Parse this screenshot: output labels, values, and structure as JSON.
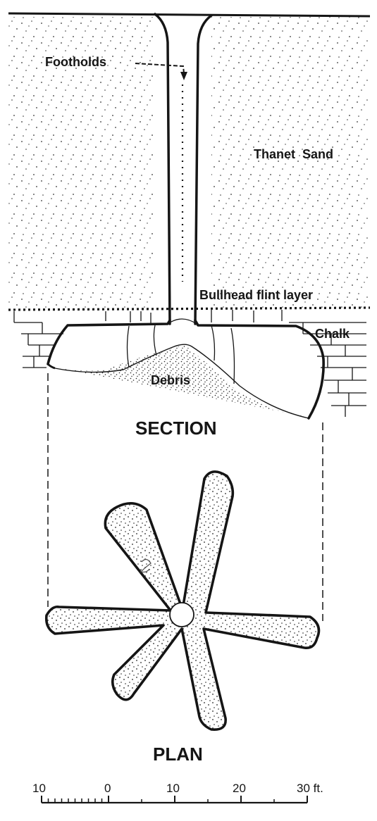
{
  "section": {
    "labels": {
      "footholds": "Footholds",
      "thanet_sand": "Thanet  Sand",
      "bullhead": "Bullhead flint layer",
      "chalk": "Chalk",
      "debris": "Debris"
    },
    "title": "SECTION"
  },
  "plan": {
    "title": "PLAN"
  },
  "scale": {
    "ticks": [
      "10",
      "0",
      "10",
      "20",
      "30 ft."
    ]
  },
  "colors": {
    "ink": "#151515",
    "paper": "#ffffff"
  }
}
